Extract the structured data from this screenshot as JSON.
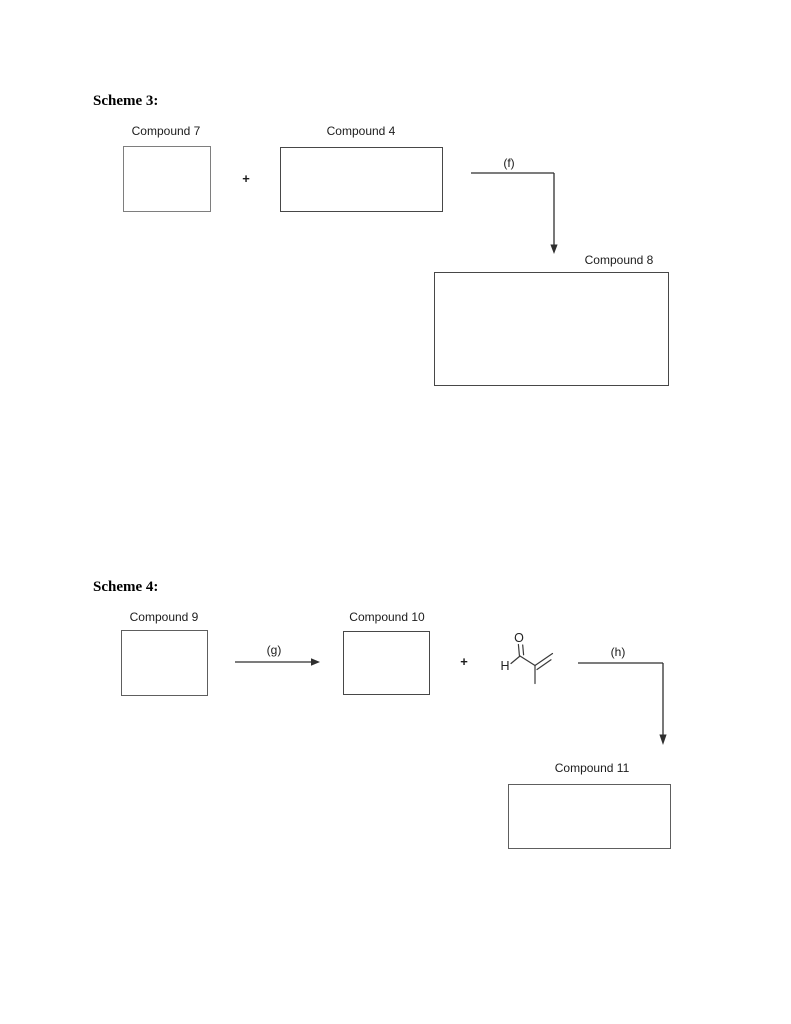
{
  "colors": {
    "background": "#ffffff",
    "ink": "#1c1c1c",
    "line": "#2f2f2f",
    "box_border": "#5e5e5e"
  },
  "scheme3": {
    "title": "Scheme 3:",
    "reactant1": {
      "label": "Compound 7"
    },
    "plus": "+",
    "reactant2": {
      "label": "Compound 4"
    },
    "step_f": {
      "label": "(f)"
    },
    "product": {
      "label": "Compound 8"
    }
  },
  "scheme4": {
    "title": "Scheme 4:",
    "reactant": {
      "label": "Compound 9"
    },
    "step_g": {
      "label": "(g)"
    },
    "intermediate": {
      "label": "Compound 10"
    },
    "plus": "+",
    "reagent_structure": {
      "name": "methacrolein (2-methylpropenal) skeletal structure",
      "atoms": {
        "o": "O",
        "h": "H"
      }
    },
    "step_h": {
      "label": "(h)"
    },
    "product": {
      "label": "Compound 11"
    }
  }
}
